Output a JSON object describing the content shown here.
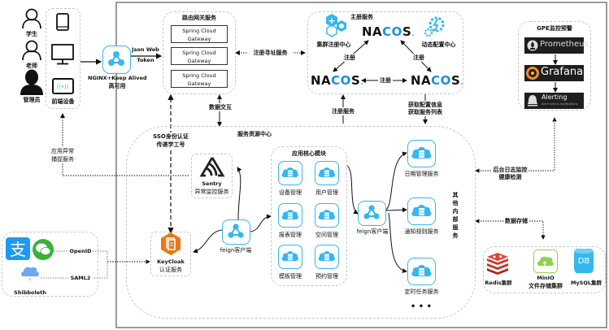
{
  "users": [
    {
      "label": "学生",
      "icon": "user-outline-icon"
    },
    {
      "label": "老师",
      "icon": "user-outline-icon"
    },
    {
      "label": "管理员",
      "icon": "user-filled-icon"
    }
  ],
  "frontend": {
    "label": "前端设备",
    "devices": [
      "tablet-icon",
      "monitor-icon",
      "terminal-device-icon"
    ]
  },
  "nginx": {
    "line1": "NGINX+Keep Alived",
    "line2": "高可用",
    "token_line1": "Json Web",
    "token_line2": "Token"
  },
  "gateway": {
    "title": "路由网关服务",
    "instances": [
      {
        "line1": "Spring Cloud",
        "line2": "Gateway"
      },
      {
        "line1": "Spring Cloud",
        "line2": "Gateway"
      },
      {
        "line1": "Spring Cloud",
        "line2": "Gateway"
      }
    ],
    "register_label": "注册寻址服务",
    "data_exchange": "数据交互"
  },
  "nacos": {
    "title": "主册服务",
    "cluster_label": "集群注册中心",
    "config_label": "动态配置中心",
    "logo_text": "NACOS.",
    "edge_labels": [
      "注册",
      "注册",
      "注册"
    ],
    "register_service": "注册服务",
    "fetch_line1": "获取配置信息",
    "fetch_line2": "获取服务列表"
  },
  "monitoring": {
    "title": "GPE监控预警",
    "items": [
      {
        "name": "Prometheus"
      },
      {
        "name": "Grafana"
      },
      {
        "name": "Alerting",
        "sub": "Alert rules & notifications"
      }
    ],
    "health_line1": "后台日志监控",
    "health_line2": "健康检测"
  },
  "exception": {
    "line1": "应用异常",
    "line2": "捕捉服务"
  },
  "sso": {
    "line1": "SSO身份认证",
    "line2": "传递学工号"
  },
  "resource_center": {
    "title": "服务资源中心"
  },
  "sentry": {
    "line1": "Sentry",
    "line2": "异常监控服务"
  },
  "keycloak": {
    "line1": "KeyCloak",
    "line2": "认证服务"
  },
  "feign": {
    "label": "feign客户端"
  },
  "core_modules": {
    "title": "应用核心模块",
    "items": [
      "设备管理",
      "用户管理",
      "报表管理",
      "空间管理",
      "模板管理",
      "预约管理"
    ]
  },
  "other_services": {
    "title": [
      "其",
      "他",
      "内",
      "部",
      "服",
      "务"
    ],
    "items": [
      "日期管理服务",
      "通知规则服务",
      "定时任务服务"
    ],
    "more": "• • •"
  },
  "identity_providers": {
    "openid": "OpenID",
    "saml": "SAML2",
    "shibboleth": "Shibboleth",
    "providers": [
      "alipay-icon",
      "wechat-icon",
      "shibboleth-cloud-icon"
    ]
  },
  "storage": {
    "label": "数据存储",
    "items": [
      {
        "line1": "Redis集群",
        "line2": ""
      },
      {
        "line1": "MinIO",
        "line2": "文件存储集群"
      },
      {
        "line1": "MySQL集群",
        "line2": ""
      }
    ],
    "db_badge": "DB"
  },
  "colors": {
    "accent_blue": "#35b7ef",
    "nacos_blue": "#1a8fe0",
    "keycloak_orange": "#e8781a",
    "redis_red": "#d2352b",
    "minio_green": "#8fd14f",
    "wechat_green": "#3bb13b",
    "alipay_blue": "#1d9bf0"
  }
}
